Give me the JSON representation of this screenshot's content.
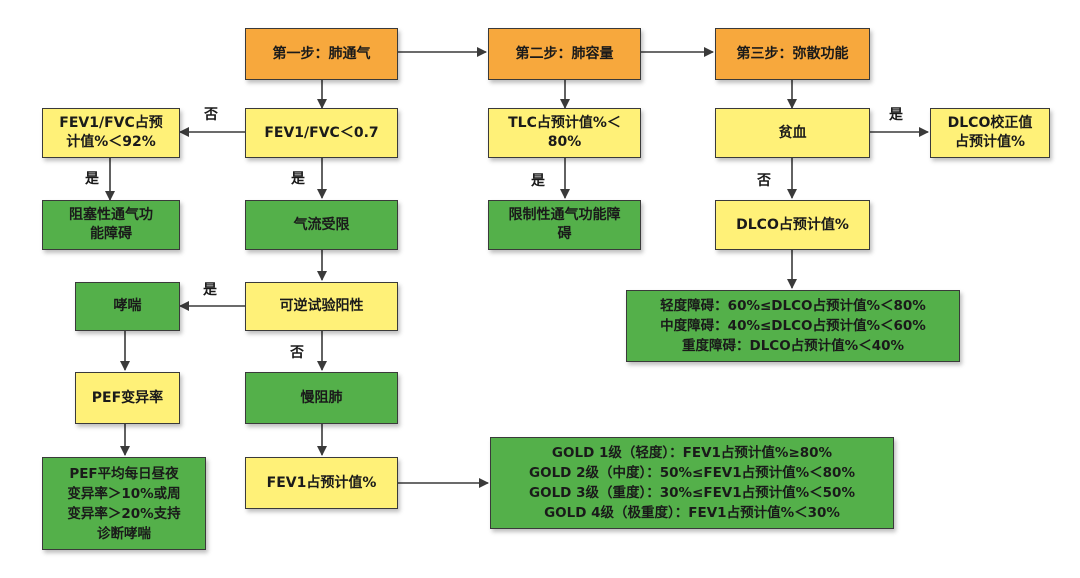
{
  "nodes": {
    "step1": "第一步：肺通气",
    "step2": "第二步：肺容量",
    "step3": "第三步：弥散功能",
    "fev1_fvc_pred": "FEV1/FVC占预\n计值%＜92%",
    "fev1_fvc": "FEV1/FVC＜0.7",
    "tlc": "TLC占预计值%＜\n80%",
    "anemia": "贫血",
    "dlco_corrected": "DLCO校正值\n占预计值%",
    "obstructive": "阻塞性通气功\n能障碍",
    "airflow_limit": "气流受限",
    "restrictive": "限制性通气功能障\n碍",
    "dlco_pred": "DLCO占预计值%",
    "reversibility": "可逆试验阳性",
    "asthma": "哮喘",
    "dlco_grades": "轻度障碍：60%≤DLCO占预计值%＜80%\n中度障碍：40%≤DLCO占预计值%＜60%\n重度障碍：DLCO占预计值%＜40%",
    "pef_var": "PEF变异率",
    "copd": "慢阻肺",
    "fev1_pred": "FEV1占预计值%",
    "gold": "GOLD 1级（轻度）：FEV1占预计值%≥80%\nGOLD 2级（中度）：50%≤FEV1占预计值%＜80%\nGOLD 3级（重度）：30%≤FEV1占预计值%＜50%\nGOLD 4级（极重度）：FEV1占预计值%＜30%",
    "pef_criteria": "PEF平均每日昼夜\n变异率＞10%或周\n变异率＞20%支持\n诊断哮喘"
  },
  "labels": {
    "no": "否",
    "yes": "是"
  },
  "colors": {
    "step": "#f7a83d",
    "decision": "#fff178",
    "result": "#54b04a",
    "border": "#3a3a3a"
  }
}
